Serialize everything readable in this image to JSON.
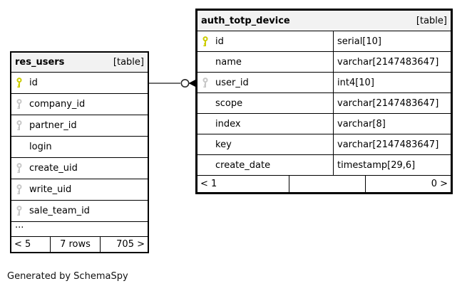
{
  "diagram": {
    "caption": "Generated by SchemaSpy",
    "relationship": {
      "from": "res_users.id",
      "to": "auth_totp_device.user_id"
    },
    "colors": {
      "primary_key_icon": "#cccc00",
      "foreign_key_icon": "#c8c8c8",
      "header_background": "#f2f2f2",
      "table_border": "#000000",
      "relationship_line": "#404040"
    }
  },
  "tables": [
    {
      "name": "res_users",
      "badge": "[table]",
      "columns": [
        {
          "name": "id",
          "icon": "primary-key-icon"
        },
        {
          "name": "company_id",
          "icon": "foreign-key-icon"
        },
        {
          "name": "partner_id",
          "icon": "foreign-key-icon"
        },
        {
          "name": "login",
          "icon": "none"
        },
        {
          "name": "create_uid",
          "icon": "foreign-key-icon"
        },
        {
          "name": "write_uid",
          "icon": "foreign-key-icon"
        },
        {
          "name": "sale_team_id",
          "icon": "foreign-key-icon"
        }
      ],
      "ellipsis": "...",
      "footer": {
        "left": "< 5",
        "center": "7 rows",
        "right": "705 >"
      }
    },
    {
      "name": "auth_totp_device",
      "badge": "[table]",
      "columns": [
        {
          "name": "id",
          "icon": "primary-key-icon",
          "type": "serial[10]"
        },
        {
          "name": "name",
          "icon": "none",
          "type": "varchar[2147483647]"
        },
        {
          "name": "user_id",
          "icon": "foreign-key-icon",
          "type": "int4[10]"
        },
        {
          "name": "scope",
          "icon": "none",
          "type": "varchar[2147483647]"
        },
        {
          "name": "index",
          "icon": "none",
          "type": "varchar[8]"
        },
        {
          "name": "key",
          "icon": "none",
          "type": "varchar[2147483647]"
        },
        {
          "name": "create_date",
          "icon": "none",
          "type": "timestamp[29,6]"
        }
      ],
      "footer": {
        "left": "< 1",
        "center": "",
        "right": "0 >"
      }
    }
  ]
}
